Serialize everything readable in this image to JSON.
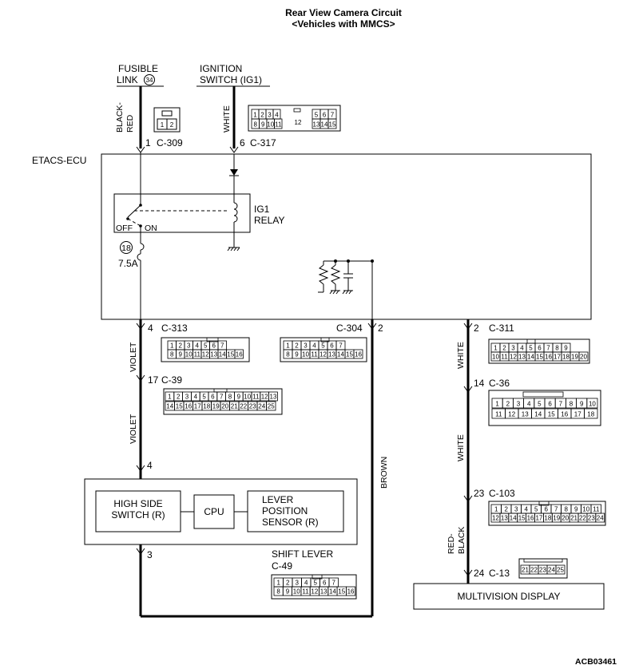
{
  "title": "Rear View Camera Circuit",
  "subtitle": "<Vehicles with MMCS>",
  "diagram_id": "ACB03461",
  "power": {
    "fusible_link_line1": "FUSIBLE",
    "fusible_link_line2": "LINK",
    "fusible_link_number": "34",
    "ignition_line1": "IGNITION",
    "ignition_line2": "SWITCH (IG1)"
  },
  "wire_colors": {
    "black_red_1": "BLACK-",
    "black_red_2": "RED",
    "white": "WHITE",
    "violet": "VIOLET",
    "brown": "BROWN",
    "red_black_1": "RED-",
    "red_black_2": "BLACK"
  },
  "ecu": {
    "name": "ETACS-ECU",
    "relay_line1": "IG1",
    "relay_line2": "RELAY",
    "off_label": "OFF",
    "on_label": "ON",
    "fuse_number": "18",
    "fuse_rating": "7.5A"
  },
  "connectors": {
    "c309": {
      "pin": "1",
      "id": "C-309",
      "cells": [
        "1",
        "2"
      ]
    },
    "c317": {
      "pin": "6",
      "id": "C-317",
      "row1": [
        "1",
        "2",
        "3",
        "4",
        "5",
        "6",
        "7"
      ],
      "center": "12",
      "row2": [
        "8",
        "9",
        "10",
        "11",
        "13",
        "14",
        "15"
      ]
    },
    "c313": {
      "pin": "4",
      "id": "C-313",
      "row1": [
        "1",
        "2",
        "3",
        "4",
        "5",
        "6",
        "7"
      ],
      "row2": [
        "8",
        "9",
        "10",
        "11",
        "12",
        "13",
        "14",
        "15",
        "16"
      ]
    },
    "c304": {
      "pin": "2",
      "id": "C-304",
      "row1": [
        "1",
        "2",
        "3",
        "4",
        "5",
        "6",
        "7"
      ],
      "row2": [
        "8",
        "9",
        "10",
        "11",
        "12",
        "13",
        "14",
        "15",
        "16"
      ]
    },
    "c311": {
      "pin": "2",
      "id": "C-311",
      "row1": [
        "1",
        "2",
        "3",
        "4",
        "5",
        "6",
        "7",
        "8",
        "9"
      ],
      "row2": [
        "10",
        "11",
        "12",
        "13",
        "14",
        "15",
        "16",
        "17",
        "18",
        "19",
        "20"
      ]
    },
    "c39": {
      "pin": "17",
      "id": "C-39",
      "row1": [
        "1",
        "2",
        "3",
        "4",
        "5",
        "6",
        "7",
        "8",
        "9",
        "10",
        "11",
        "12",
        "13"
      ],
      "row2": [
        "14",
        "15",
        "16",
        "17",
        "18",
        "19",
        "20",
        "21",
        "22",
        "23",
        "24",
        "25"
      ]
    },
    "c36": {
      "pin": "14",
      "id": "C-36",
      "row1": [
        "1",
        "2",
        "3",
        "4",
        "5",
        "6",
        "7",
        "8",
        "9",
        "10"
      ],
      "row2": [
        "11",
        "12",
        "13",
        "14",
        "15",
        "16",
        "17",
        "18"
      ]
    },
    "c103": {
      "pin": "23",
      "id": "C-103",
      "row1": [
        "1",
        "2",
        "3",
        "4",
        "5",
        "6",
        "7",
        "8",
        "9",
        "10",
        "11"
      ],
      "row2": [
        "12",
        "13",
        "14",
        "15",
        "16",
        "17",
        "18",
        "19",
        "20",
        "21",
        "22",
        "23",
        "24"
      ]
    },
    "c49": {
      "pin_in": "4",
      "pin_out": "3",
      "id": "C-49",
      "row1": [
        "1",
        "2",
        "3",
        "4",
        "5",
        "6",
        "7"
      ],
      "row2": [
        "8",
        "9",
        "10",
        "11",
        "12",
        "13",
        "14",
        "15",
        "16"
      ]
    },
    "c13": {
      "pin": "24",
      "id": "C-13",
      "cells": [
        "21",
        "22",
        "23",
        "24",
        "25"
      ]
    }
  },
  "shift_lever": {
    "name": "SHIFT LEVER",
    "hss_line1": "HIGH SIDE",
    "hss_line2": "SWITCH (R)",
    "cpu": "CPU",
    "lps_line1": "LEVER",
    "lps_line2": "POSITION",
    "lps_line3": "SENSOR (R)"
  },
  "multivision": {
    "name": "MULTIVISION DISPLAY"
  }
}
